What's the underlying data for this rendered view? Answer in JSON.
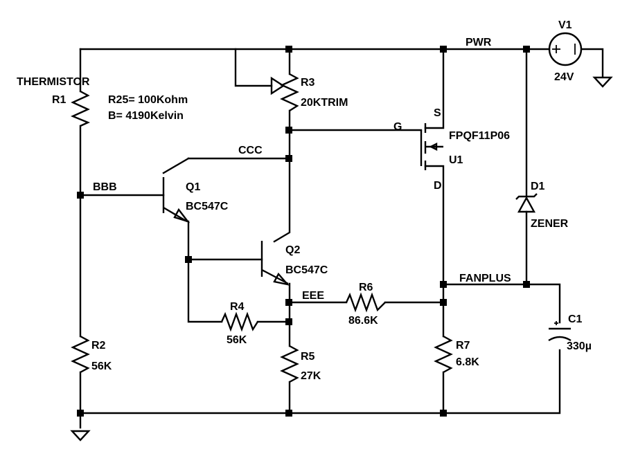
{
  "components": {
    "thermistor": {
      "ref": "R1",
      "title": "THERMISTOR",
      "param1": "R25= 100Kohm",
      "param2": "B= 4190Kelvin"
    },
    "r2": {
      "ref": "R2",
      "value": "56K"
    },
    "r3": {
      "ref": "R3",
      "value": "20KTRIM"
    },
    "r4": {
      "ref": "R4",
      "value": "56K"
    },
    "r5": {
      "ref": "R5",
      "value": "27K"
    },
    "r6": {
      "ref": "R6",
      "value": "86.6K"
    },
    "r7": {
      "ref": "R7",
      "value": "6.8K"
    },
    "q1": {
      "ref": "Q1",
      "value": "BC547C"
    },
    "q2": {
      "ref": "Q2",
      "value": "BC547C"
    },
    "u1": {
      "ref": "U1",
      "value": "FPQF11P06",
      "pin_s": "S",
      "pin_g": "G",
      "pin_d": "D"
    },
    "d1": {
      "ref": "D1",
      "value": "ZENER"
    },
    "c1": {
      "ref": "C1",
      "value": "330µ"
    },
    "v1": {
      "ref": "V1",
      "value": "24V"
    }
  },
  "nets": {
    "pwr": "PWR",
    "bbb": "BBB",
    "ccc": "CCC",
    "eee": "EEE",
    "fanplus": "FANPLUS"
  }
}
